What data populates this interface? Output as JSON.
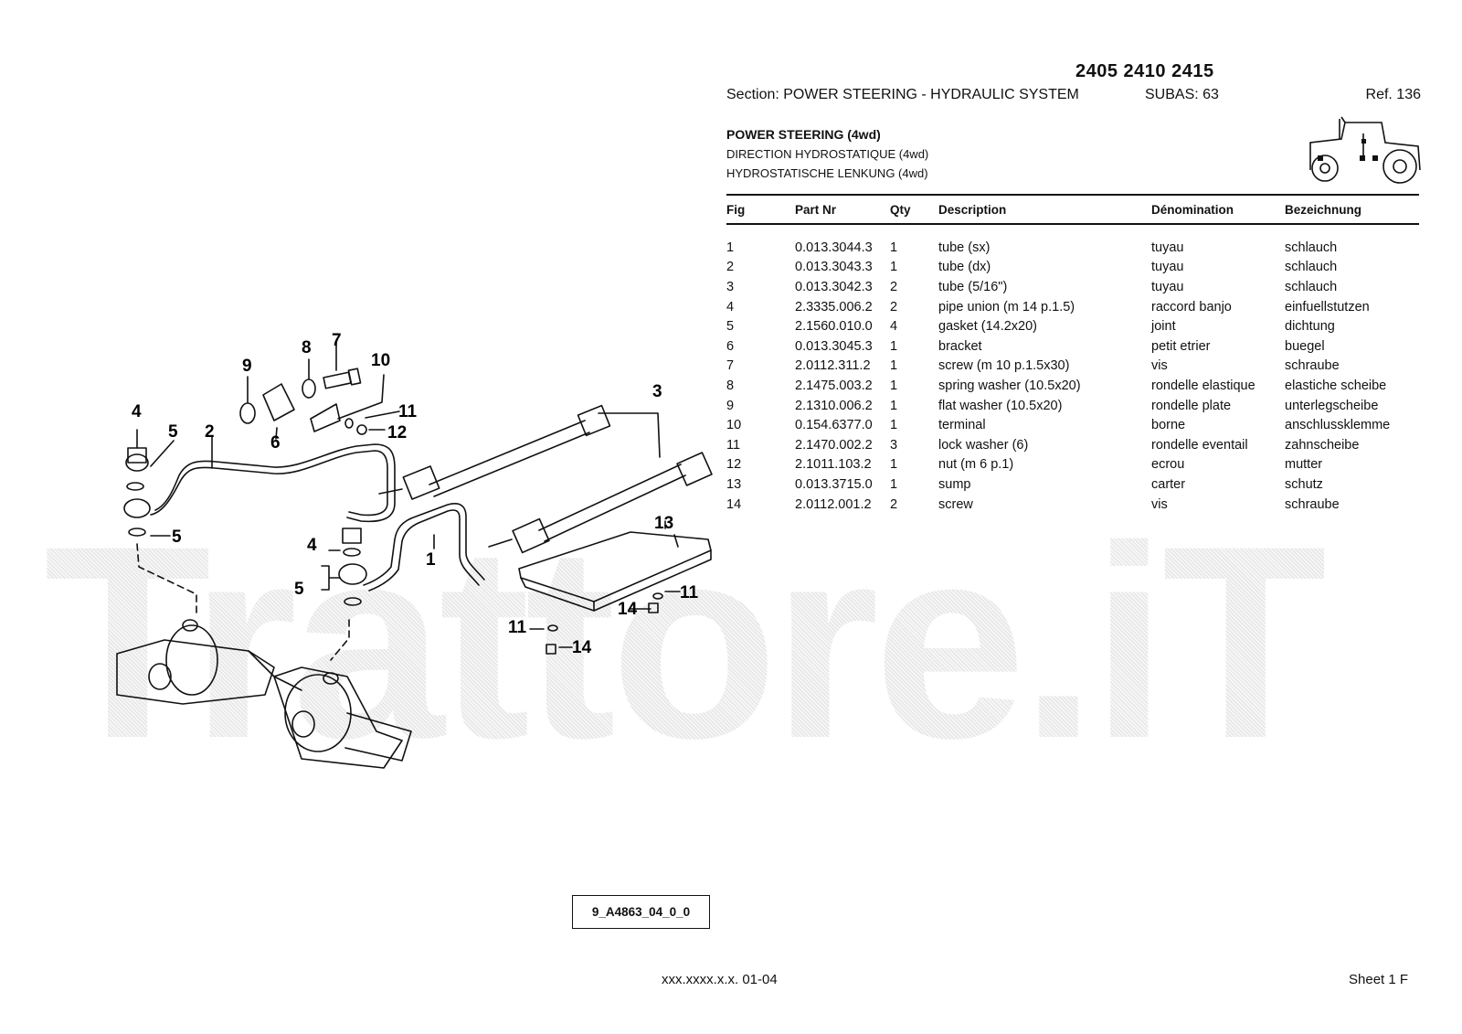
{
  "header": {
    "models": "2405 2410 2415",
    "section": "Section: POWER STEERING - HYDRAULIC SYSTEM",
    "subas": "SUBAS: 63",
    "ref": "Ref. 136"
  },
  "titles": {
    "en": "POWER STEERING (4wd)",
    "fr": "DIRECTION HYDROSTATIQUE (4wd)",
    "de": "HYDROSTATISCHE LENKUNG (4wd)"
  },
  "table": {
    "columns": [
      "Fig",
      "Part Nr",
      "Qty",
      "Description",
      "Dénomination",
      "Bezeichnung"
    ],
    "rows": [
      [
        "1",
        "0.013.3044.3",
        "1",
        "tube (sx)",
        "tuyau",
        "schlauch"
      ],
      [
        "2",
        "0.013.3043.3",
        "1",
        "tube (dx)",
        "tuyau",
        "schlauch"
      ],
      [
        "3",
        "0.013.3042.3",
        "2",
        "tube (5/16\")",
        "tuyau",
        "schlauch"
      ],
      [
        "4",
        "2.3335.006.2",
        "2",
        "pipe union (m 14 p.1.5)",
        "raccord banjo",
        "einfuellstutzen"
      ],
      [
        "5",
        "2.1560.010.0",
        "4",
        "gasket (14.2x20)",
        "joint",
        "dichtung"
      ],
      [
        "6",
        "0.013.3045.3",
        "1",
        "bracket",
        "petit etrier",
        "buegel"
      ],
      [
        "7",
        "2.0112.311.2",
        "1",
        "screw (m 10 p.1.5x30)",
        "vis",
        "schraube"
      ],
      [
        "8",
        "2.1475.003.2",
        "1",
        "spring washer (10.5x20)",
        "rondelle elastique",
        "elastiche scheibe"
      ],
      [
        "9",
        "2.1310.006.2",
        "1",
        "flat washer (10.5x20)",
        "rondelle plate",
        "unterlegscheibe"
      ],
      [
        "10",
        "0.154.6377.0",
        "1",
        "terminal",
        "borne",
        "anschlussklemme"
      ],
      [
        "11",
        "2.1470.002.2",
        "3",
        "lock washer (6)",
        "rondelle eventail",
        "zahnscheibe"
      ],
      [
        "12",
        "2.1011.103.2",
        "1",
        "nut (m 6 p.1)",
        "ecrou",
        "mutter"
      ],
      [
        "13",
        "0.013.3715.0",
        "1",
        "sump",
        "carter",
        "schutz"
      ],
      [
        "14",
        "2.0112.001.2",
        "2",
        "screw",
        "vis",
        "schraube"
      ]
    ]
  },
  "diagram": {
    "code": "9_A4863_04_0_0",
    "watermark": "Trattore.iT",
    "callouts": [
      "1",
      "2",
      "3",
      "4",
      "5",
      "5",
      "4",
      "5",
      "6",
      "7",
      "8",
      "9",
      "10",
      "11",
      "12",
      "13",
      "11",
      "14",
      "11",
      "14"
    ]
  },
  "footer": {
    "code": "xxx.xxxx.x.x. 01-04",
    "sheet": "Sheet 1 F"
  }
}
